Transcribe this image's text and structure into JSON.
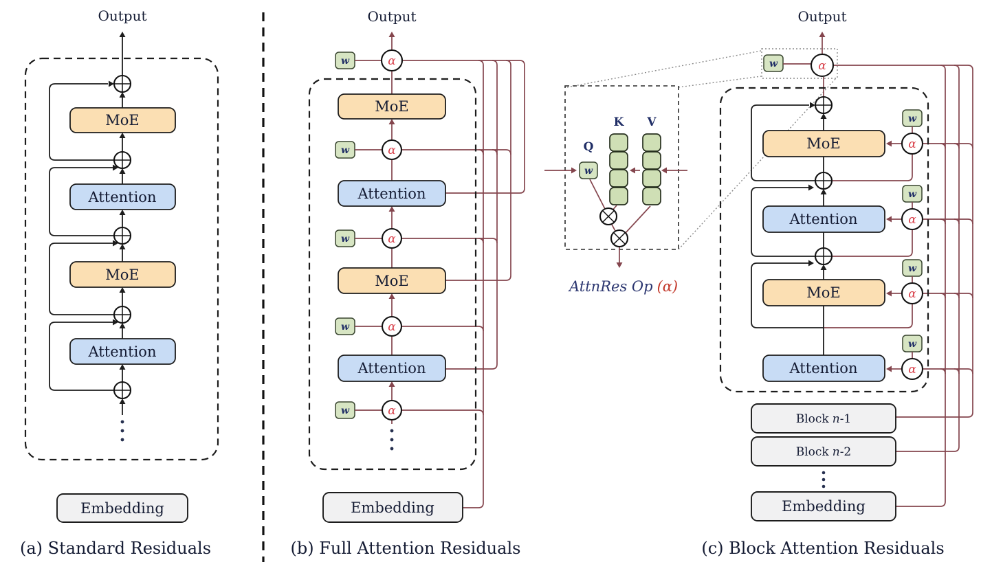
{
  "figure": {
    "output": "Output",
    "moe": "MoE",
    "attention": "Attention",
    "embedding": "Embedding",
    "alpha": "α",
    "w": "w",
    "q": "Q",
    "k": "K",
    "v": "V",
    "block_word": "Block",
    "n_italic": "n",
    "n1_suffix": "-1",
    "n2_suffix": "-2",
    "attnres_op": "AttnRes Op",
    "attnres_alpha": "(α)",
    "caption_a": "(a) Standard Residuals",
    "caption_b": "(b) Full Attention Residuals",
    "caption_c": "(c) Block Attention Residuals"
  },
  "colors": {
    "residual_maroon": "#84454d",
    "line_black": "#1c1c1c",
    "moe_fill": "#fbdfb3",
    "attention_fill": "#c8dcf5",
    "gray_fill": "#f1f1f2",
    "green_fill": "#d7e5c3",
    "alpha_red": "#d8404a",
    "navy_text": "#202e66"
  }
}
